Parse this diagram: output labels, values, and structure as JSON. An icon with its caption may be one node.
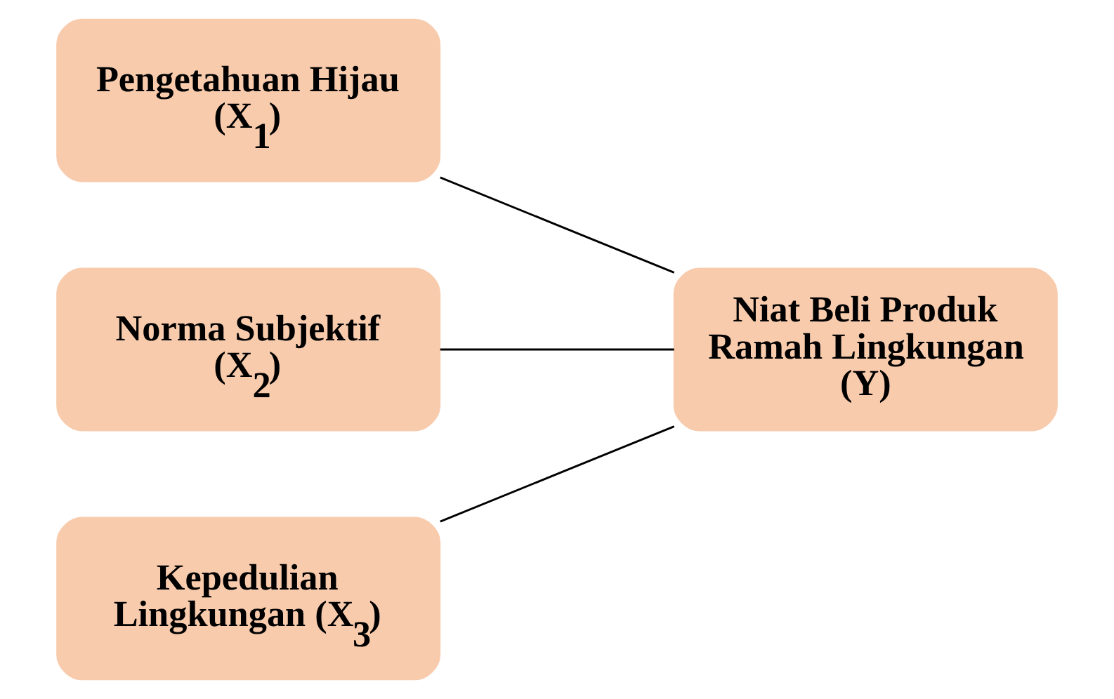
{
  "diagram": {
    "nodes": [
      {
        "text": [
          "Pengetahuan Hijau (X$_{1}$)"
        ]
      },
      {
        "text": [
          "Norma Subjektif (X$_{2}$)"
        ]
      },
      {
        "text": [
          "Kepedulian Lingkungan (X$_{3}$)"
        ]
      },
      {
        "text": [
          "Niat Beli Produk Ramah Lingkungan (Y)"
        ]
      }
    ],
    "edges": [
      {
        "from": 0,
        "to": 3,
        "arrow": "none"
      },
      {
        "from": 1,
        "to": 3,
        "arrow": "none"
      },
      {
        "from": 2,
        "to": 3,
        "arrow": "none"
      }
    ]
  }
}
